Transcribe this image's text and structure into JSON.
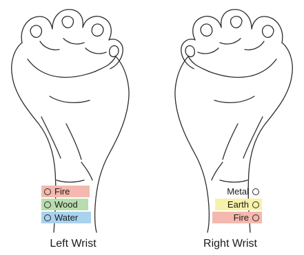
{
  "left_wrist": {
    "caption": "Left Wrist",
    "points": [
      {
        "label": "Fire",
        "color": "#f4b8ae"
      },
      {
        "label": "Wood",
        "color": "#b9dcae"
      },
      {
        "label": "Water",
        "color": "#a9d2ee"
      }
    ]
  },
  "right_wrist": {
    "caption": "Right Wrist",
    "points": [
      {
        "label": "Metal",
        "color": ""
      },
      {
        "label": "Earth",
        "color": "#f7f2a8"
      },
      {
        "label": "Fire",
        "color": "#f4b8ae"
      }
    ]
  },
  "colors": {
    "line": "#2b2b2b"
  }
}
